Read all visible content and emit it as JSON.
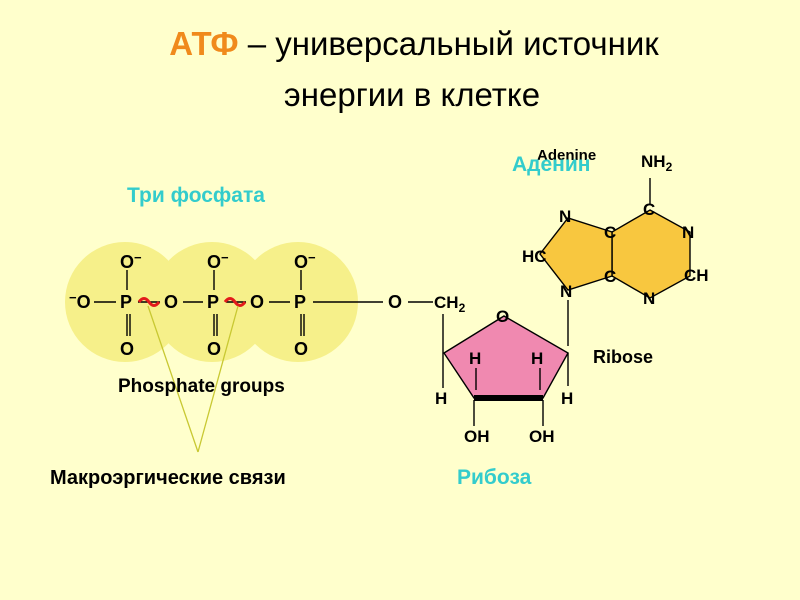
{
  "title": {
    "accent": "АТФ",
    "rest": " – универсальный источник",
    "line2": "энергии в клетке"
  },
  "labels": {
    "three_phosphates": "Три фосфата",
    "adenine_ru": "Аденин",
    "adenine_en": "Adenine",
    "ribose_ru": "Рибоза",
    "ribose_en": "Ribose",
    "phosphate_groups": "Phosphate groups",
    "macroergic_bonds": "Макроэргические связи"
  },
  "atoms": {
    "o_minus": "O",
    "minus": "−",
    "o": "O",
    "p": "P",
    "c": "C",
    "n": "N",
    "h": "H",
    "hc": "HC",
    "ch": "CH",
    "ch2": "CH",
    "nh2": "NH",
    "sub2": "2",
    "oh": "OH"
  },
  "colors": {
    "background": "#FFFFCC",
    "title_accent": "#F08A1C",
    "label_cyan": "#33CCCC",
    "phosphate_circle": "#F6F08A",
    "ribose_fill": "#F089B0",
    "adenine_fill": "#F8C73F",
    "bond_highlight": "#E21B1B",
    "pointer_lines": "#C8C832"
  }
}
